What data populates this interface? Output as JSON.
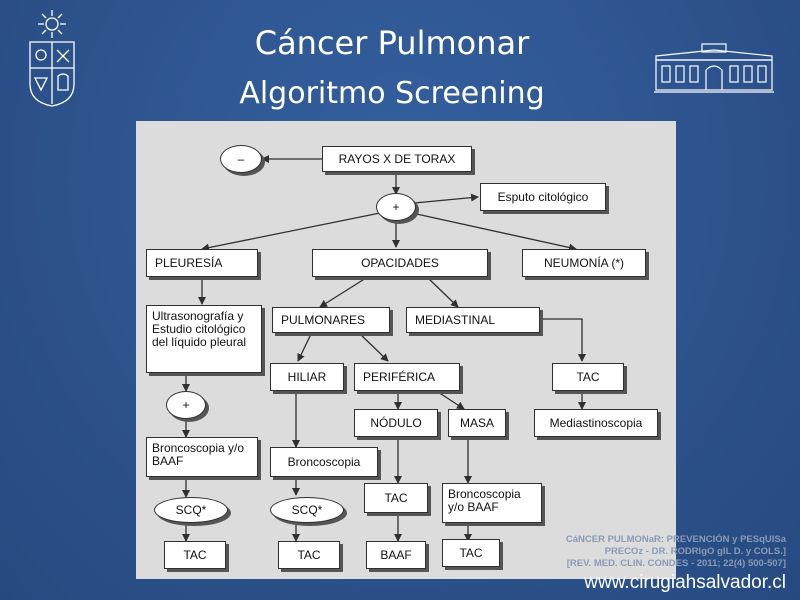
{
  "slide": {
    "title": "Cáncer Pulmonar",
    "subtitle": "Algoritmo Screening",
    "citation_lines": [
      "CáNCER PULMONaR: PREVENCIÓN y PESqUISa",
      "PRECOz - DR. RODRIgO gIL D. y COLS.]",
      "[REV. MED. CLIN. CONDES - 2011; 22(4) 500-507]"
    ],
    "website": "www.cirugiahsalvador.cl"
  },
  "colors": {
    "background": "#2e5591",
    "panel": "#dcdcdc",
    "box_fill": "#ffffff",
    "box_border": "#303030",
    "arrow": "#303030"
  },
  "logos": {
    "left": "university-seal-icon",
    "right": "hospital-building-icon"
  },
  "diagram": {
    "nodes": {
      "negativo": "–",
      "rayos_x": "RAYOS X DE TORAX",
      "positivo_1": "+",
      "esputo": "Esputo citológico",
      "pleuresia": "PLEURESÍA",
      "opacidades": "OPACIDADES",
      "neumonia": "NEUMONÍA (*)",
      "ultrasonografia": "Ultrasonografía y Estudio citológico del líquido pleural",
      "pulmonares": "PULMONARES",
      "mediastinal": "MEDIASTINAL",
      "hiliar": "HILIAR",
      "periferica": "PERIFÉRICA",
      "tac_mediastinal": "TAC",
      "positivo_2": "+",
      "nodulo": "NÓDULO",
      "masa": "MASA",
      "mediastinoscopia": "Mediastinoscopia",
      "broncoscopia_baaf_1": "Broncoscopia y/o BAAF",
      "broncoscopia_hiliar": "Broncoscopia",
      "tac_nodulo": "TAC",
      "broncoscopia_baaf_2": "Broncoscopia y/o BAAF",
      "scq_1": "SCQ*",
      "scq_2": "SCQ*",
      "tac_1": "TAC",
      "tac_2": "TAC",
      "baaf": "BAAF",
      "tac_3": "TAC"
    },
    "edges": [
      [
        "rayos_x",
        "negativo"
      ],
      [
        "rayos_x",
        "positivo_1"
      ],
      [
        "positivo_1",
        "esputo"
      ],
      [
        "positivo_1",
        "pleuresia"
      ],
      [
        "positivo_1",
        "opacidades"
      ],
      [
        "positivo_1",
        "neumonia"
      ],
      [
        "pleuresia",
        "ultrasonografia"
      ],
      [
        "ultrasonografia",
        "positivo_2"
      ],
      [
        "positivo_2",
        "broncoscopia_baaf_1"
      ],
      [
        "broncoscopia_baaf_1",
        "scq_1"
      ],
      [
        "scq_1",
        "tac_1"
      ],
      [
        "opacidades",
        "pulmonares"
      ],
      [
        "opacidades",
        "mediastinal"
      ],
      [
        "pulmonares",
        "hiliar"
      ],
      [
        "pulmonares",
        "periferica"
      ],
      [
        "hiliar",
        "broncoscopia_hiliar"
      ],
      [
        "broncoscopia_hiliar",
        "scq_2"
      ],
      [
        "scq_2",
        "tac_2"
      ],
      [
        "periferica",
        "nodulo"
      ],
      [
        "periferica",
        "masa"
      ],
      [
        "nodulo",
        "tac_nodulo"
      ],
      [
        "tac_nodulo",
        "baaf"
      ],
      [
        "masa",
        "broncoscopia_baaf_2"
      ],
      [
        "broncoscopia_baaf_2",
        "tac_3"
      ],
      [
        "mediastinal",
        "tac_mediastinal"
      ],
      [
        "tac_mediastinal",
        "mediastinoscopia"
      ]
    ]
  }
}
